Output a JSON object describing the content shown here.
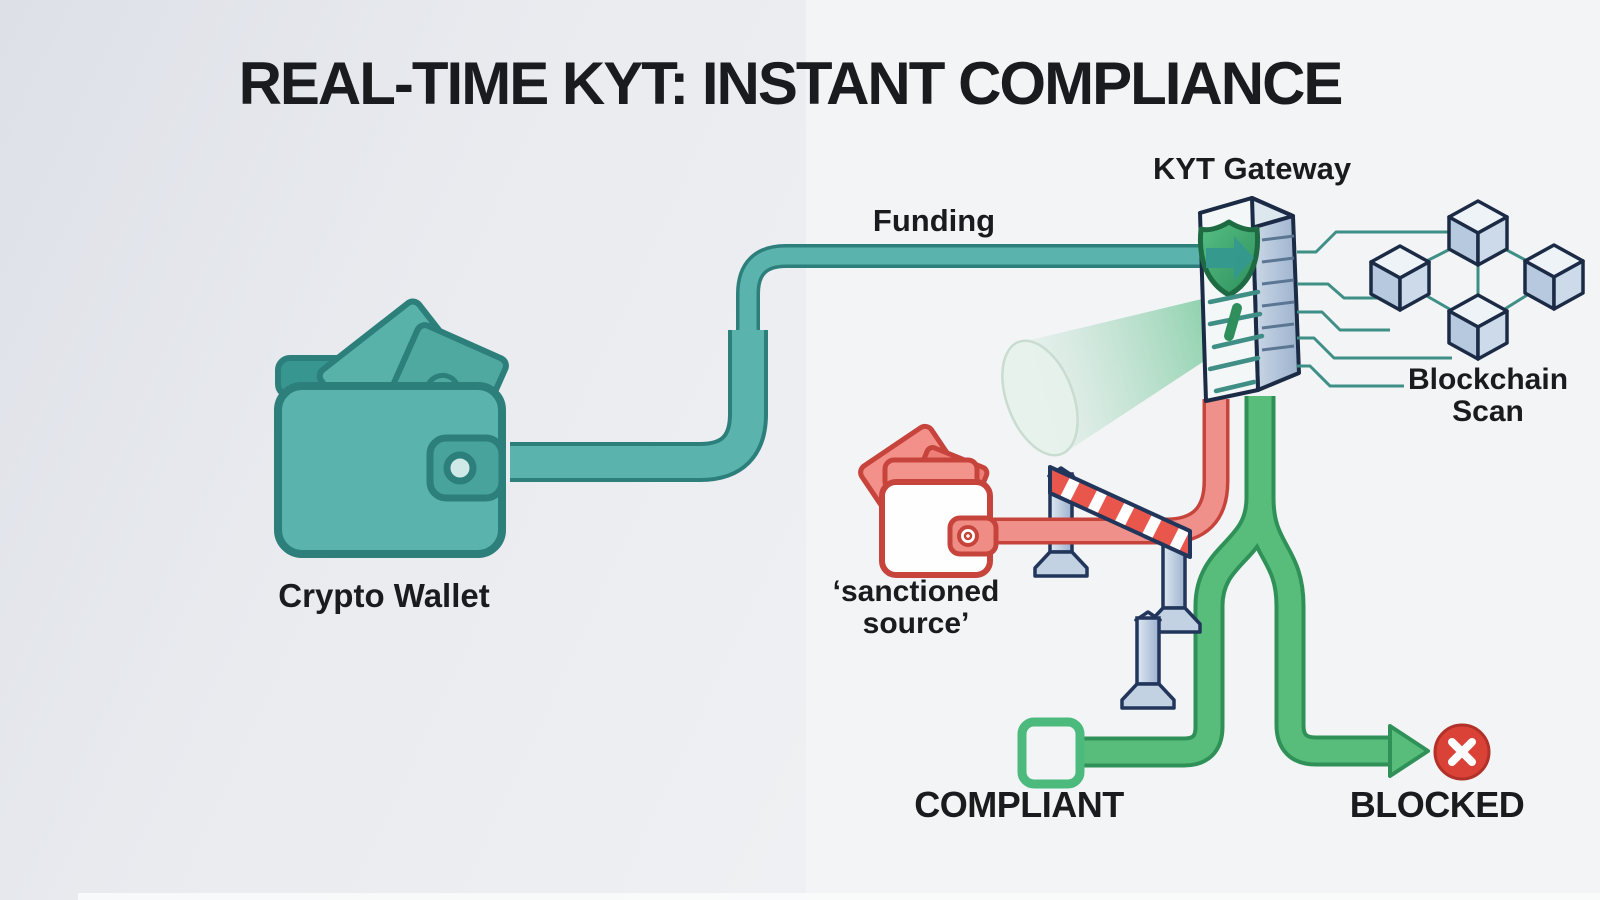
{
  "title": "REAL-TIME KYT: INSTANT COMPLIANCE",
  "labels": {
    "funding": "Funding",
    "kyt_gateway": "KYT Gateway",
    "crypto_wallet": "Crypto Wallet",
    "sanctioned_line1": "‘sanctioned",
    "sanctioned_line2": "source’",
    "blockchain_line1": "Blockchain",
    "blockchain_line2": "Scan",
    "compliant": "COMPLIANT",
    "blocked": "BLOCKED"
  },
  "colors": {
    "ink": "#1a1b1e",
    "teal_fill": "#5ab4ad",
    "teal_dark": "#2c7f7a",
    "teal_deep": "#37968f",
    "red_fill": "#f0908a",
    "red_dark": "#c7443d",
    "red_light": "#f2948c",
    "red_stripe": "#e8564c",
    "green_fill": "#58bd7b",
    "green_dark": "#2f9158",
    "check_green": "#4cba7c",
    "navy": "#22365c",
    "box_edge": "#1c2b45",
    "steel_light": "#dfe8f2",
    "steel_mid": "#c3d2e3",
    "steel_dark": "#9cb2ce",
    "cube_top": "#eef3f8",
    "cube_left": "#b7c9de",
    "cube_right": "#ccdaea",
    "shield_light": "#55c084",
    "shield_dark": "#2e8f5c",
    "shield_edge": "#1e6b43",
    "circuit": "#3f8f86",
    "blocked_fill": "#da4137",
    "blocked_edge": "#b23128",
    "bg_left": "#e9ebef",
    "bg_right": "#f2f4f6"
  }
}
